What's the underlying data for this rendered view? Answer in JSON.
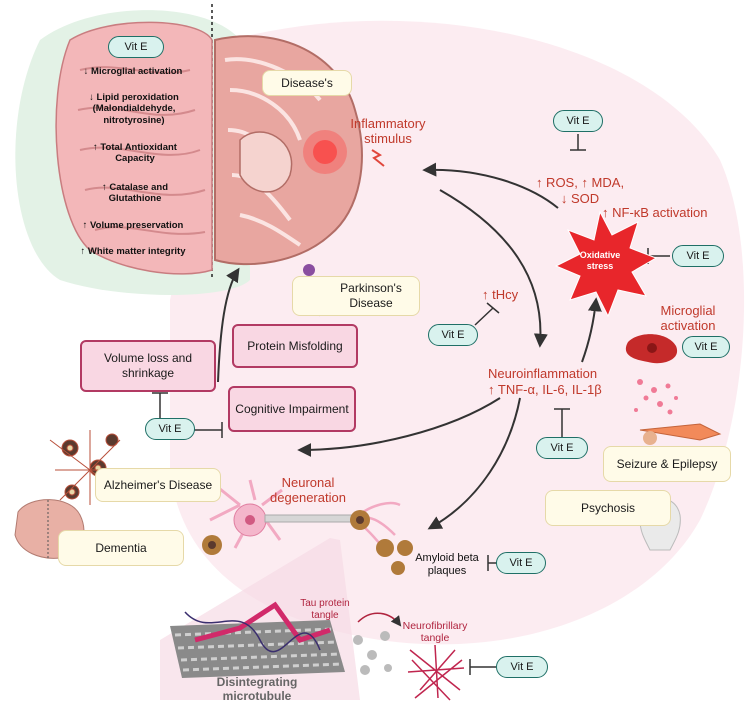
{
  "vitamin_label": "Vit E",
  "effects": [
    "↓ Microglial activation",
    "↓ Lipid peroxidation (Malondialdehyde, nitrotyrosine)",
    "↑ Total Antioxidant Capacity",
    "↑ Catalase and Glutathione",
    "↑ Volume preservation",
    "↑ White matter integrity"
  ],
  "diseases_label": "Disease's",
  "inflammatory_stimulus": "Inflammatory stimulus",
  "oxidative_markers": [
    "↑ ROS, ↑ MDA,",
    "↓ SOD"
  ],
  "nfkb": "↑ NF-κB activation",
  "oxidative_stress": "Oxidative stress",
  "thcy": "↑ tHcy",
  "parkinsons": "Parkinson's Disease",
  "protein_misfolding": "Protein Misfolding",
  "volume_loss": "Volume loss and shrinkage",
  "cognitive_impairment": "Cognitive Impairment",
  "neuroinflammation": "Neuroinflammation",
  "cytokines": "↑ TNF-α, IL-6, IL-1β",
  "microglial_activation": "Microglial activation",
  "seizure": "Seizure & Epilepsy",
  "psychosis": "Psychosis",
  "alzheimers": "Alzheimer's Disease",
  "dementia": "Dementia",
  "neuronal_degeneration": "Neuronal degeneration",
  "amyloid": "Amyloid beta plaques",
  "tau": "Tau protein tangle",
  "neurofibrillary": "Neurofibrillary tangle",
  "microtubule": "Disintegrating microtubule",
  "colors": {
    "accent_red": "#c0392b",
    "vit_fill": "#d9f2ee",
    "vit_border": "#1f6f66",
    "pink_fill": "#f9d7e3",
    "pink_border": "#b23a63",
    "cream_fill": "#fffbe8"
  }
}
